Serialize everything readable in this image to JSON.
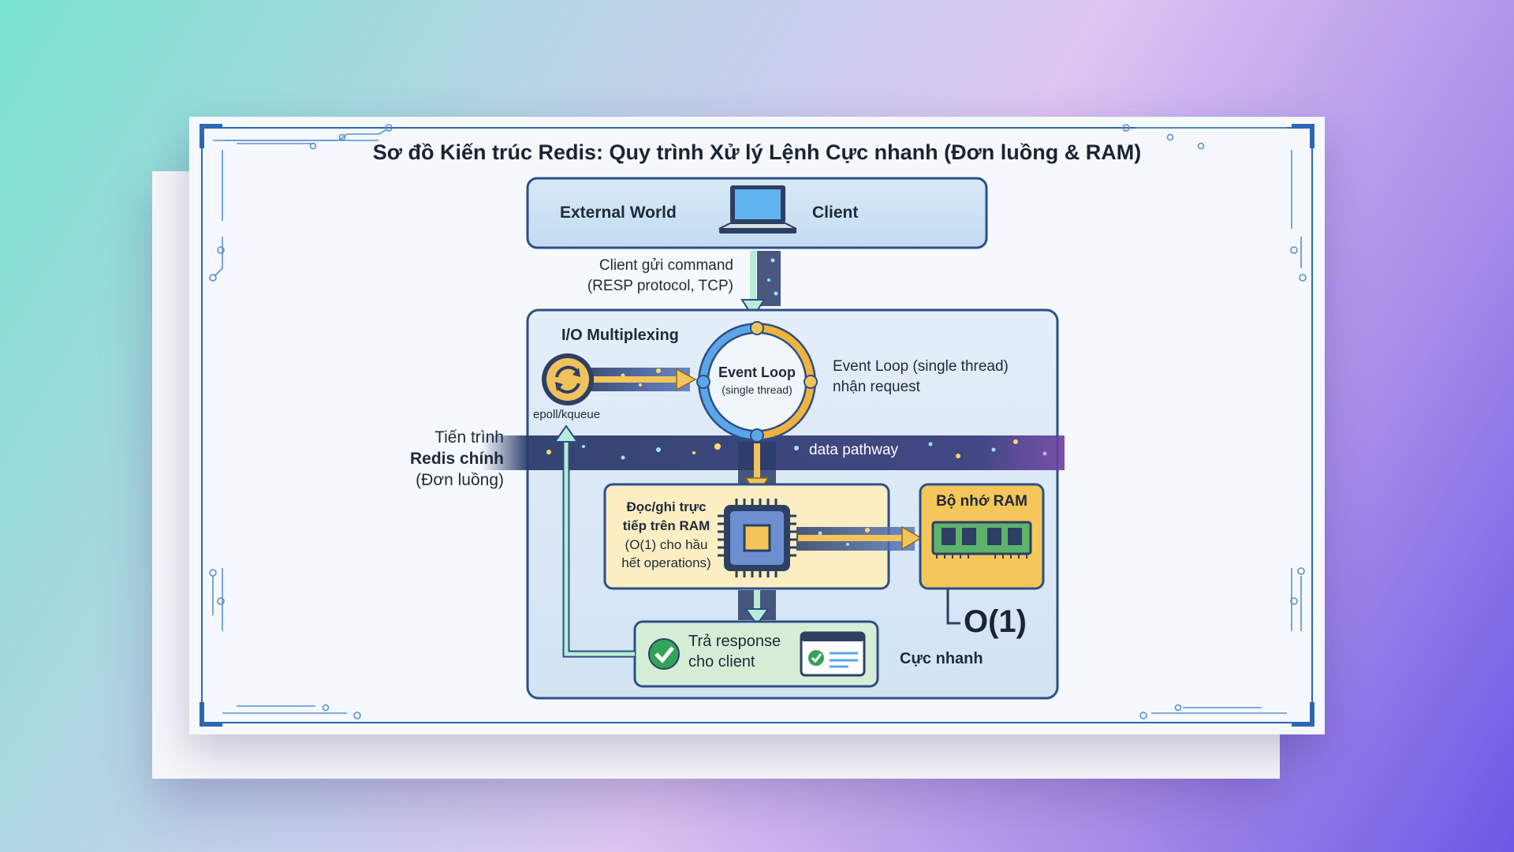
{
  "title": "Sơ đồ Kiến trúc Redis: Quy trình Xử lý Lệnh Cực nhanh (Đơn luồng & RAM)",
  "client_box": {
    "left_label": "External World",
    "right_label": "Client",
    "icon": "laptop-icon"
  },
  "client_send": {
    "line1": "Client gửi command",
    "line2": "(RESP protocol, TCP)"
  },
  "io_multiplexing": {
    "label": "I/O Multiplexing",
    "mechanism": "epoll/kqueue",
    "icon": "refresh-cycle-icon"
  },
  "event_loop": {
    "title": "Event Loop",
    "subtitle": "(single thread)",
    "note_line1": "Event Loop (single thread)",
    "note_line2": "nhận request"
  },
  "data_pathway": "data pathway",
  "main_process": {
    "line1": "Tiến trình",
    "line2": "Redis chính",
    "line3": "(Đơn luồng)"
  },
  "ram_ops": {
    "line1": "Đọc/ghi trực",
    "line2": "tiếp trên RAM",
    "line3": "(O(1) cho hầu",
    "line4": "hết operations)",
    "icon": "cpu-chip-icon"
  },
  "ram_box": {
    "label": "Bộ nhớ RAM",
    "icon": "ram-module-icon"
  },
  "complexity": {
    "value": "O(1)",
    "caption": "Cực nhanh"
  },
  "response": {
    "line1": "Trả response",
    "line2": "cho client",
    "icon": "check-circle-icon"
  },
  "colors": {
    "blue_border": "#2c67b3",
    "yellow": "#f2c45a",
    "green": "#d6efd8",
    "dark_path": "#273a66"
  }
}
